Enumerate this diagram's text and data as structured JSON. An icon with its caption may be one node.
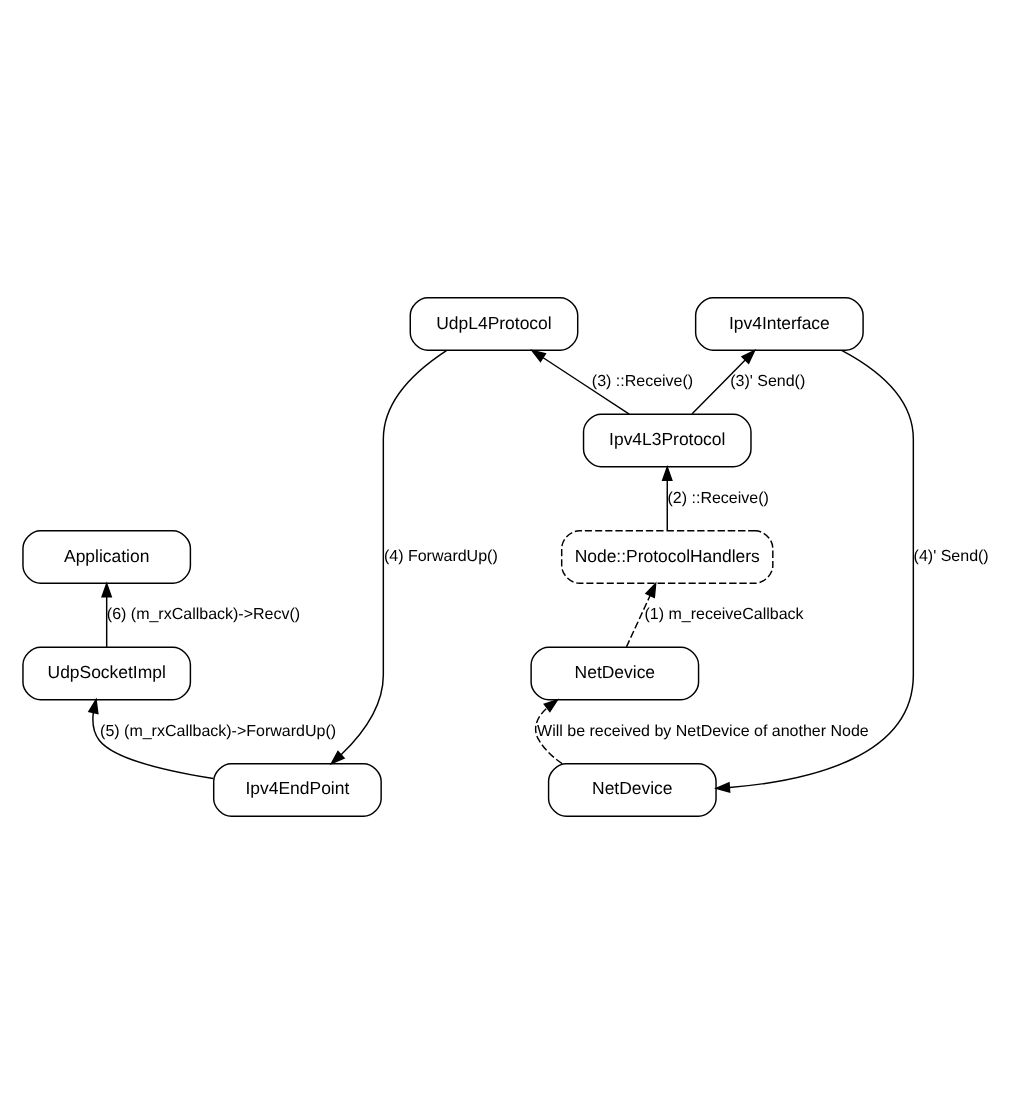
{
  "diagram": {
    "nodes": [
      {
        "text": [
          "Application"
        ]
      },
      {
        "text": [
          "UdpSocketImpl"
        ]
      },
      {
        "text": [
          "Ipv4EndPoint"
        ]
      },
      {
        "text": [
          "NetDevice"
        ]
      },
      {
        "text": [
          "UdpL4Protocol"
        ]
      },
      {
        "text": [
          "Ipv4Interface"
        ]
      },
      {
        "text": [
          "Ipv4L3Protocol"
        ]
      },
      {
        "text": [
          "Node::ProtocolHandlers"
        ]
      },
      {
        "text": [
          "NetDevice"
        ]
      }
    ],
    "edges": [
      {
        "from": 1,
        "to": 0,
        "arrow": "to",
        "label": "(6) (m_rxCallback)->Recv()"
      },
      {
        "from": 2,
        "to": 1,
        "arrow": "to",
        "label": "(5) (m_rxCallback)->ForwardUp()"
      },
      {
        "from": 4,
        "to": 2,
        "arrow": "to",
        "label": "(4) ForwardUp()"
      },
      {
        "from": 5,
        "to": 3,
        "arrow": "to",
        "label": "(4)' Send()"
      },
      {
        "from": 6,
        "to": 4,
        "arrow": "to",
        "label": "(3) ::Receive()"
      },
      {
        "from": 6,
        "to": 5,
        "arrow": "to",
        "label": "(3)' Send()"
      },
      {
        "from": 7,
        "to": 6,
        "arrow": "to",
        "label": "(2) ::Receive()"
      },
      {
        "from": 8,
        "to": 7,
        "arrow": "to",
        "label": "(1) m_receiveCallback",
        "style": "dashed"
      },
      {
        "from": 3,
        "to": 8,
        "arrow": "to",
        "label": "Will be received by NetDevice of another Node",
        "style": "dashed"
      }
    ]
  }
}
